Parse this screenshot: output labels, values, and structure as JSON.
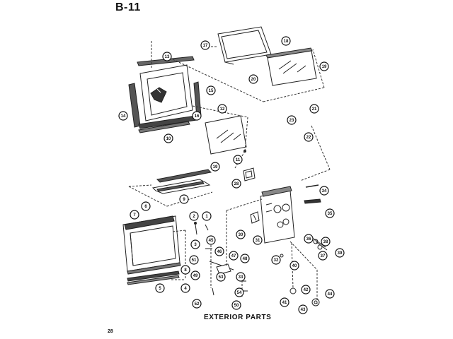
{
  "header": {
    "page_code": "B-11"
  },
  "caption": "EXTERIOR PARTS",
  "page_number": "28",
  "callouts": [
    {
      "id": "c17",
      "label": "17"
    },
    {
      "id": "c18",
      "label": "18"
    },
    {
      "id": "c19",
      "label": "19"
    },
    {
      "id": "c20",
      "label": "20"
    },
    {
      "id": "c13",
      "label": "13"
    },
    {
      "id": "c15",
      "label": "15"
    },
    {
      "id": "c14",
      "label": "14"
    },
    {
      "id": "c16",
      "label": "16"
    },
    {
      "id": "c10",
      "label": "10"
    },
    {
      "id": "c12",
      "label": "12"
    },
    {
      "id": "c11",
      "label": "11"
    },
    {
      "id": "c21",
      "label": "21"
    },
    {
      "id": "c23",
      "label": "23"
    },
    {
      "id": "c22",
      "label": "22"
    },
    {
      "id": "c19b",
      "label": "19"
    },
    {
      "id": "c9",
      "label": "9"
    },
    {
      "id": "c28",
      "label": "28"
    },
    {
      "id": "c34",
      "label": "34"
    },
    {
      "id": "c35",
      "label": "35"
    },
    {
      "id": "c6",
      "label": "6"
    },
    {
      "id": "c7",
      "label": "7"
    },
    {
      "id": "c2",
      "label": "2"
    },
    {
      "id": "c1",
      "label": "1"
    },
    {
      "id": "c3",
      "label": "3"
    },
    {
      "id": "c30",
      "label": "30"
    },
    {
      "id": "c31",
      "label": "31"
    },
    {
      "id": "c36",
      "label": "36"
    },
    {
      "id": "c38",
      "label": "38"
    },
    {
      "id": "c37",
      "label": "37"
    },
    {
      "id": "c39",
      "label": "39"
    },
    {
      "id": "c45",
      "label": "45"
    },
    {
      "id": "c46",
      "label": "46"
    },
    {
      "id": "c51",
      "label": "51"
    },
    {
      "id": "c47",
      "label": "47"
    },
    {
      "id": "c48",
      "label": "48"
    },
    {
      "id": "c32",
      "label": "32"
    },
    {
      "id": "c8",
      "label": "8"
    },
    {
      "id": "c49",
      "label": "49"
    },
    {
      "id": "c33",
      "label": "33"
    },
    {
      "id": "c40",
      "label": "40"
    },
    {
      "id": "c5",
      "label": "5"
    },
    {
      "id": "c4",
      "label": "4"
    },
    {
      "id": "c54",
      "label": "54"
    },
    {
      "id": "c53",
      "label": "53"
    },
    {
      "id": "c41",
      "label": "41"
    },
    {
      "id": "c42",
      "label": "42"
    },
    {
      "id": "c44",
      "label": "44"
    },
    {
      "id": "c52",
      "label": "52"
    },
    {
      "id": "c50",
      "label": "50"
    },
    {
      "id": "c43",
      "label": "43"
    }
  ]
}
